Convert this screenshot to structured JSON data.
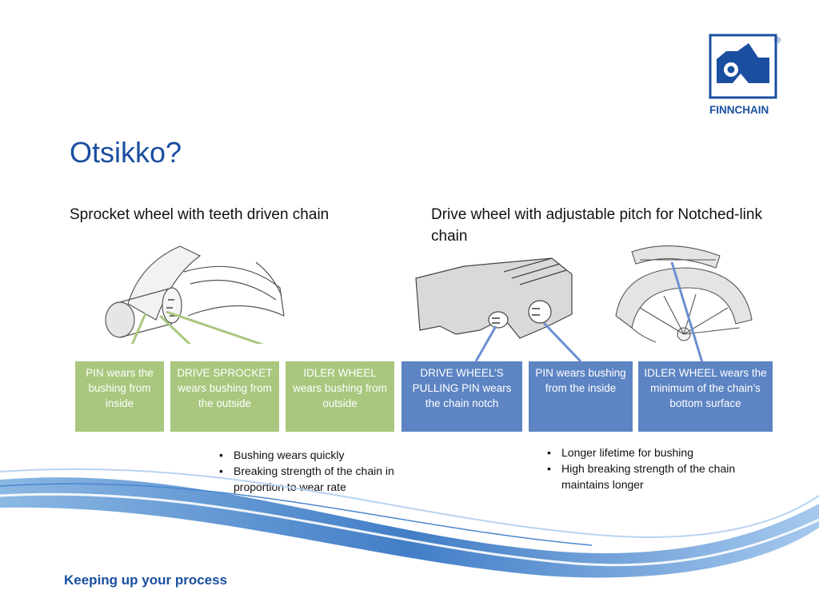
{
  "title": "Otsikko?",
  "left": {
    "subtitle": "Sprocket wheel with teeth driven chain",
    "boxes": [
      "PIN wears the bushing from inside",
      "DRIVE SPROCKET wears  bushing from the outside",
      "IDLER WHEEL wears bushing from outside"
    ],
    "bullets": [
      "Bushing wears quickly",
      "Breaking strength of the chain in proportion to wear rate"
    ]
  },
  "right": {
    "subtitle": "Drive wheel with adjustable pitch for Notched-link chain",
    "boxes": [
      "DRIVE WHEEL’S PULLING  PIN wears the chain notch",
      "PIN wears bushing from the inside",
      "IDLER WHEEL wears the minimum of the chain’s bottom surface"
    ],
    "bullets": [
      "Longer lifetime for bushing",
      "High breaking strength of the chain maintains longer"
    ]
  },
  "logo": {
    "name": "FINNCHAIN",
    "registered": "®"
  },
  "footer": {
    "tagline": "Keeping up your process"
  },
  "colors": {
    "title": "#1a4fa0",
    "green_box": "#a9c77e",
    "blue_box": "#5d84c3",
    "connector_green": "#a9c77e",
    "connector_blue": "#6b8fd0"
  }
}
